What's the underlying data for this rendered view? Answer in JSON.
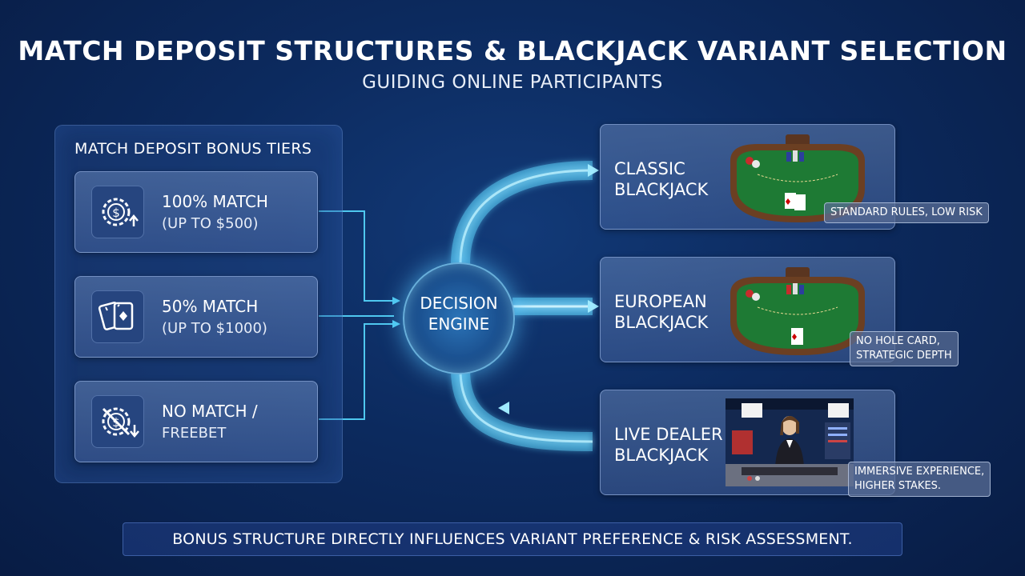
{
  "header": {
    "title": "MATCH DEPOSIT STRUCTURES & BLACKJACK VARIANT SELECTION",
    "subtitle": "GUIDING ONLINE PARTICIPANTS"
  },
  "tiers_panel": {
    "title": "MATCH DEPOSIT BONUS TIERS",
    "tiers": [
      {
        "main": "100% MATCH",
        "sub": "(UP TO $500)",
        "icon": "chip-dollar-up-icon"
      },
      {
        "main": "50% MATCH",
        "sub": "(UP TO $1000)",
        "icon": "playing-cards-icon"
      },
      {
        "main": "NO MATCH /",
        "sub": "FREEBET",
        "icon": "chip-crossed-down-icon"
      }
    ]
  },
  "engine": {
    "line1": "DECISION",
    "line2": "ENGINE"
  },
  "variants": [
    {
      "line1": "CLASSIC",
      "line2": "BLACKJACK",
      "note1": "STANDARD RULES, LOW RISK",
      "note2": ""
    },
    {
      "line1": "EUROPEAN",
      "line2": "BLACKJACK",
      "note1": "NO HOLE CARD,",
      "note2": "STRATEGIC DEPTH"
    },
    {
      "line1": "LIVE DEALER",
      "line2": "BLACKJACK",
      "note1": "IMMERSIVE EXPERIENCE,",
      "note2": "HIGHER STAKES."
    }
  ],
  "footer": "BONUS STRUCTURE DIRECTLY INFLUENCES VARIANT PREFERENCE & RISK ASSESSMENT.",
  "colors": {
    "background": "#0c2a5e",
    "accent_cyan": "#4fd3ff",
    "table_green": "#1e7a34"
  }
}
